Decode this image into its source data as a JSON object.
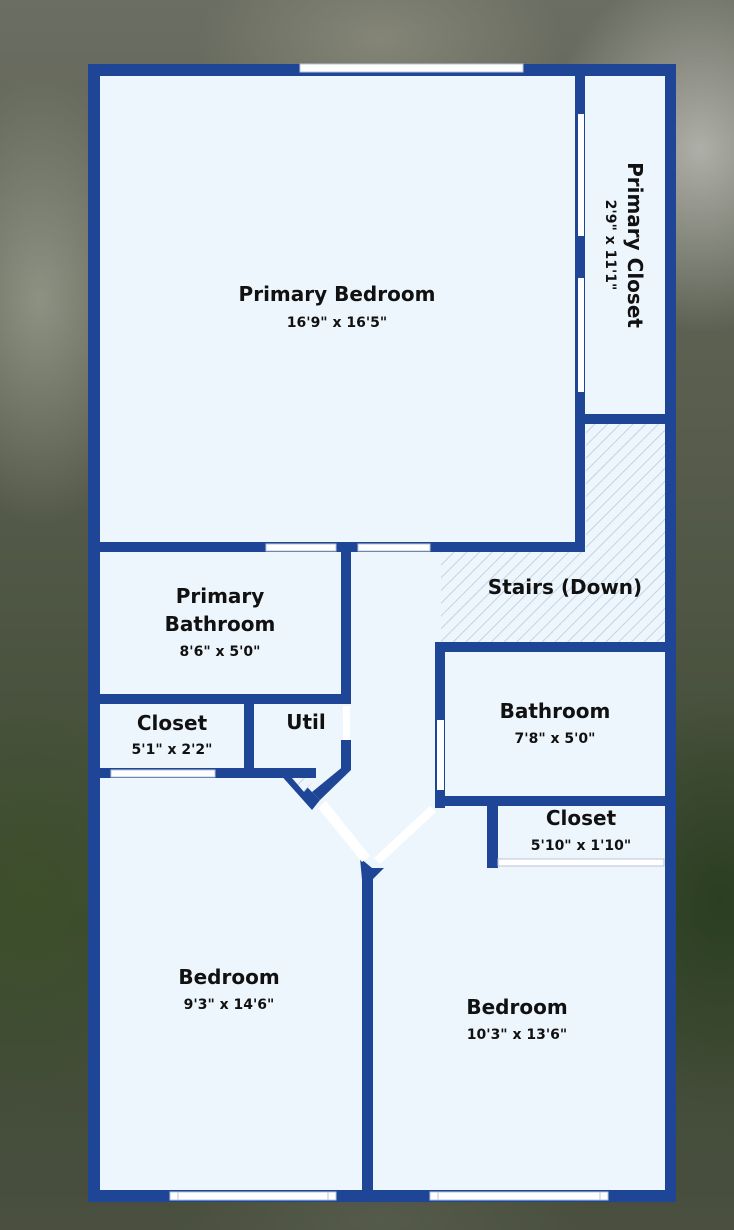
{
  "floor_plan": {
    "colors": {
      "wall": "#1f4696",
      "floor": "#eef6fd",
      "stairs_hatch": "#b7c7d8",
      "opening": "#ffffff"
    },
    "rooms": {
      "primary_bedroom": {
        "name": "Primary Bedroom",
        "dims": "16'9\" x 16'5\""
      },
      "primary_closet": {
        "name": "Primary Closet",
        "dims": "2'9\" x 11'1\""
      },
      "stairs": {
        "name": "Stairs (Down)"
      },
      "primary_bathroom": {
        "name_line1": "Primary",
        "name_line2": "Bathroom",
        "dims": "8'6\" x 5'0\""
      },
      "closet_left": {
        "name": "Closet",
        "dims": "5'1\" x 2'2\""
      },
      "util": {
        "name": "Util"
      },
      "bathroom": {
        "name": "Bathroom",
        "dims": "7'8\" x 5'0\""
      },
      "closet_right": {
        "name": "Closet",
        "dims": "5'10\" x 1'10\""
      },
      "bedroom_left": {
        "name": "Bedroom",
        "dims": "9'3\" x 14'6\""
      },
      "bedroom_right": {
        "name": "Bedroom",
        "dims": "10'3\" x 13'6\""
      }
    }
  }
}
